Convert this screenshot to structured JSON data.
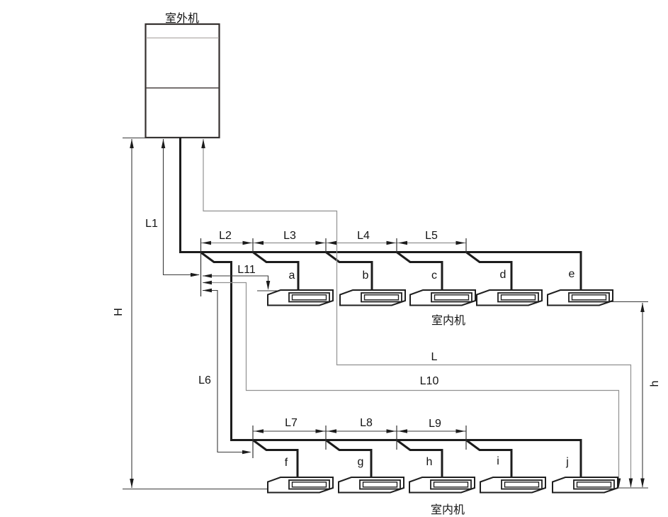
{
  "diagram": {
    "outdoor_unit_label": "室外机",
    "indoor_units_caption_top": "室内机",
    "indoor_units_caption_bottom": "室内机",
    "unit_letters_top": [
      "a",
      "b",
      "c",
      "d",
      "e"
    ],
    "unit_letters_bottom": [
      "f",
      "g",
      "h",
      "i",
      "j"
    ],
    "dimension_labels": {
      "H": "H",
      "h": "h",
      "L": "L",
      "L1": "L1",
      "L2": "L2",
      "L3": "L3",
      "L4": "L4",
      "L5": "L5",
      "L6": "L6",
      "L7": "L7",
      "L8": "L8",
      "L9": "L9",
      "L10": "L10",
      "L11": "L11"
    },
    "colors": {
      "pipe": "#1c1c1c",
      "dimension_line": "#3a3a3a",
      "leader_gray": "#919191",
      "text": "#141414",
      "background": "#ffffff"
    }
  }
}
